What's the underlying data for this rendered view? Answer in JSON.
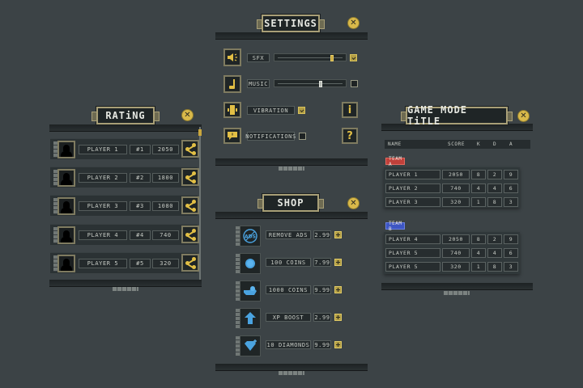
{
  "settings": {
    "title": "SETTINGS",
    "rows": [
      {
        "icon": "speaker-icon",
        "label": "SFX",
        "type": "slider",
        "value": 0.92,
        "checked": true
      },
      {
        "icon": "music-note-icon",
        "label": "MUSIC",
        "type": "slider",
        "value": 0.65,
        "checked": false
      },
      {
        "icon": "vibration-icon",
        "label": "VIBRATION",
        "type": "toggle",
        "checked": true
      },
      {
        "icon": "notification-icon",
        "label": "NOTIFICATIONS",
        "type": "toggle",
        "checked": false
      }
    ],
    "info_glyph": "i",
    "help_glyph": "?"
  },
  "rating": {
    "title": "RATiNG",
    "rows": [
      {
        "name": "PLAYER 1",
        "rank": "#1",
        "score": "2050"
      },
      {
        "name": "PLAYER 2",
        "rank": "#2",
        "score": "1800"
      },
      {
        "name": "PLAYER 3",
        "rank": "#3",
        "score": "1080"
      },
      {
        "name": "PLAYER 4",
        "rank": "#4",
        "score": "740"
      },
      {
        "name": "PLAYER 5",
        "rank": "#5",
        "score": "320"
      }
    ]
  },
  "shop": {
    "title": "SHOP",
    "items": [
      {
        "icon": "no-ads-icon",
        "label": "REMOVE ADS",
        "price": "2.99"
      },
      {
        "icon": "coin-icon",
        "label": "100 COINS",
        "price": "7.99"
      },
      {
        "icon": "coin-stack-hand-icon",
        "label": "1000 COINS",
        "price": "9.99"
      },
      {
        "icon": "xp-boost-arrow-icon",
        "label": "XP BOOST",
        "price": "2.99"
      },
      {
        "icon": "diamond-icon",
        "label": "10 DIAMONDS",
        "price": "9.99"
      }
    ]
  },
  "game_mode": {
    "title": "GAME MODE TiTLE",
    "headers": {
      "name": "NAME",
      "score": "SCORE",
      "k": "K",
      "d": "D",
      "a": "A"
    },
    "teams": [
      {
        "label": "TEAM A",
        "color": "#c0403a",
        "players": [
          {
            "name": "PLAYER 1",
            "score": "2050",
            "k": "8",
            "d": "2",
            "a": "9"
          },
          {
            "name": "PLAYER 2",
            "score": "740",
            "k": "4",
            "d": "4",
            "a": "6"
          },
          {
            "name": "PLAYER 3",
            "score": "320",
            "k": "1",
            "d": "8",
            "a": "3"
          }
        ]
      },
      {
        "label": "TEAM B",
        "color": "#3d56c4",
        "players": [
          {
            "name": "PLAYER 4",
            "score": "2050",
            "k": "8",
            "d": "2",
            "a": "9"
          },
          {
            "name": "PLAYER 5",
            "score": "740",
            "k": "4",
            "d": "4",
            "a": "6"
          },
          {
            "name": "PLAYER 5",
            "score": "320",
            "k": "1",
            "d": "8",
            "a": "3"
          }
        ]
      }
    ]
  },
  "colors": {
    "background": "#3c4346",
    "accent_gold": "#e2bf45",
    "frame": "#a89f77",
    "shop_icon_blue": "#4aa3e0"
  }
}
